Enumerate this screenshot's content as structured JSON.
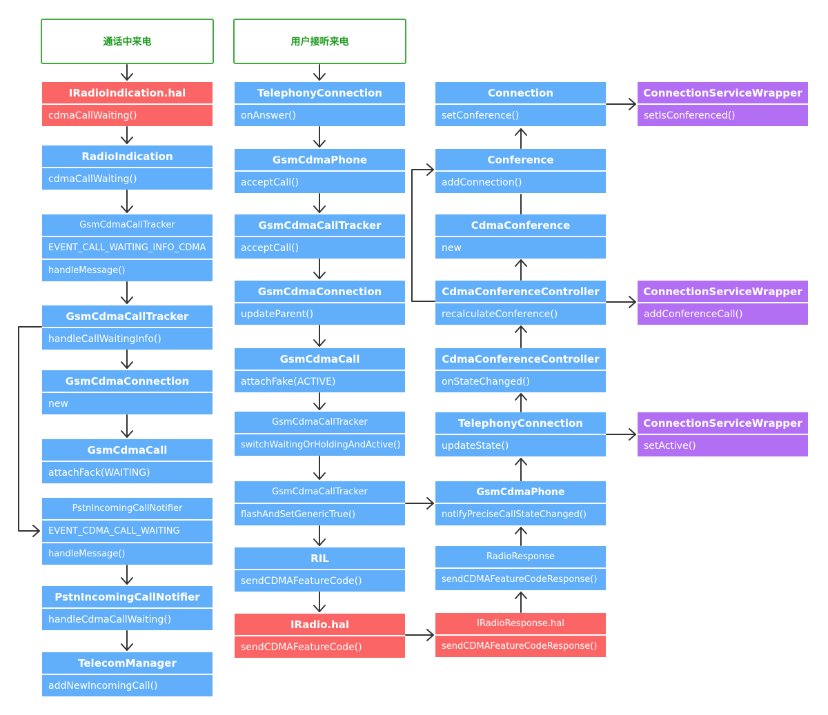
{
  "colors": {
    "blue": "#61aefa",
    "red": "#fb6566",
    "purple": "#b36ff4",
    "start_border": "#3daa3d",
    "arrow": "#333333"
  },
  "start_nodes": {
    "call_waiting": "通话中来电",
    "user_answer": "用户接听来电"
  },
  "col1": {
    "iradio_indication": {
      "title": "IRadioIndication.hal",
      "method": "cdmaCallWaiting()"
    },
    "radio_indication": {
      "title": "RadioIndication",
      "method": "cdmaCallWaiting()"
    },
    "gsm_cdma_call_tracker_msg": {
      "title": "GsmCdmaCallTracker",
      "event": "EVENT_CALL_WAITING_INFO_CDMA",
      "method": "handleMessage()"
    },
    "gsm_cdma_call_tracker_info": {
      "title": "GsmCdmaCallTracker",
      "method": "handleCallWaitingInfo()"
    },
    "gsm_cdma_connection": {
      "title": "GsmCdmaConnection",
      "method": "new"
    },
    "gsm_cdma_call": {
      "title": "GsmCdmaCall",
      "method": "attachFack(WAITING)"
    },
    "pstn_notifier_msg": {
      "title": "PstnIncomingCallNotifier",
      "event": "EVENT_CDMA_CALL_WAITING",
      "method": "handleMessage()"
    },
    "pstn_notifier_cdma": {
      "title": "PstnIncomingCallNotifier",
      "method": "handleCdmaCallWaiting()"
    },
    "telecom_manager": {
      "title": "TelecomManager",
      "method": "addNewIncomingCall()"
    }
  },
  "col2": {
    "telephony_connection": {
      "title": "TelephonyConnection",
      "method": "onAnswer()"
    },
    "gsm_cdma_phone": {
      "title": "GsmCdmaPhone",
      "method": "acceptCall()"
    },
    "gsm_cdma_call_tracker": {
      "title": "GsmCdmaCallTracker",
      "method": "acceptCall()"
    },
    "gsm_cdma_connection": {
      "title": "GsmCdmaConnection",
      "method": "updateParent()"
    },
    "gsm_cdma_call": {
      "title": "GsmCdmaCall",
      "method": "attachFake(ACTIVE)"
    },
    "gsm_cdma_call_tracker_switch": {
      "title": "GsmCdmaCallTracker",
      "method": "switchWaitingOrHoldingAndActive()"
    },
    "gsm_cdma_call_tracker_flash": {
      "title": "GsmCdmaCallTracker",
      "method": "flashAndSetGenericTrue()"
    },
    "ril": {
      "title": "RIL",
      "method": "sendCDMAFeatureCode()"
    },
    "iradio_hal": {
      "title": "IRadio.hal",
      "method": "sendCDMAFeatureCode()"
    }
  },
  "col3": {
    "connection": {
      "title": "Connection",
      "method": "setConference()"
    },
    "conference": {
      "title": "Conference",
      "method": "addConnection()"
    },
    "cdma_conference": {
      "title": "CdmaConference",
      "method": "new"
    },
    "cdma_conf_controller_recalc": {
      "title": "CdmaConferenceController",
      "method": "recalculateConference()"
    },
    "cdma_conf_controller_state": {
      "title": "CdmaConferenceController",
      "method": "onStateChanged()"
    },
    "telephony_connection": {
      "title": "TelephonyConnection",
      "method": "updateState()"
    },
    "gsm_cdma_phone": {
      "title": "GsmCdmaPhone",
      "method": "notifyPreciseCallStateChanged()"
    },
    "radio_response": {
      "title": "RadioResponse",
      "method": "sendCDMAFeatureCodeResponse()"
    },
    "iradio_response_hal": {
      "title": "IRadioResponse.hal",
      "method": "sendCDMAFeatureCodeResponse()"
    }
  },
  "col4": {
    "csw_conferenced": {
      "title": "ConnectionServiceWrapper",
      "method": "setIsConferenced()"
    },
    "csw_add_conference": {
      "title": "ConnectionServiceWrapper",
      "method": "addConferenceCall()"
    },
    "csw_active": {
      "title": "ConnectionServiceWrapper",
      "method": "setActive()"
    }
  }
}
